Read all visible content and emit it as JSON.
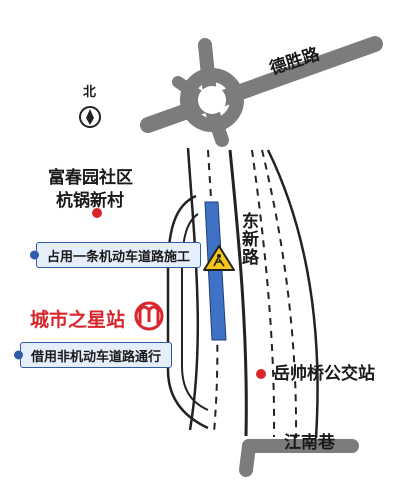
{
  "compass": {
    "label": "北",
    "icon": "compass-icon"
  },
  "roads": {
    "desheng": "德胜路",
    "dongxin": "东新路",
    "jiangnan": "江南巷"
  },
  "places": {
    "fuchunyuan": "富春园社区",
    "hangguo": "杭锅新村",
    "yueshuaiqiao": "岳帅桥公交站"
  },
  "metro": {
    "name": "城市之星站",
    "icon": "metro-logo-icon"
  },
  "callouts": {
    "construction": "占用一条机动车道路施工",
    "detour": "借用非机动车道路通行"
  },
  "colors": {
    "road": "#7c7c7c",
    "construction_lane": "#3f72c4",
    "callout_border": "#2f5aa8",
    "callout_fill": "#e5eefb",
    "metro_red": "#d8262c",
    "place_dot": "#d8262c",
    "warning_yellow": "#f5c51a"
  }
}
